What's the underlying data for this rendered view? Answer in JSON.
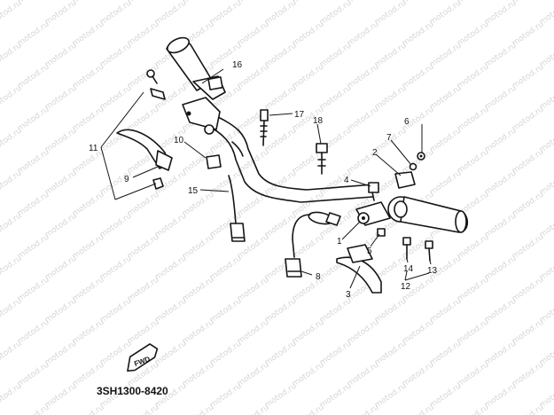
{
  "diagram_code": "3SH1300-8420",
  "watermark_text": "motod.ru",
  "fwd_label": "FWD",
  "callouts": [
    "1",
    "2",
    "3",
    "4",
    "5",
    "6",
    "7",
    "8",
    "9",
    "10",
    "11",
    "12",
    "13",
    "14",
    "15",
    "16",
    "17",
    "18"
  ]
}
